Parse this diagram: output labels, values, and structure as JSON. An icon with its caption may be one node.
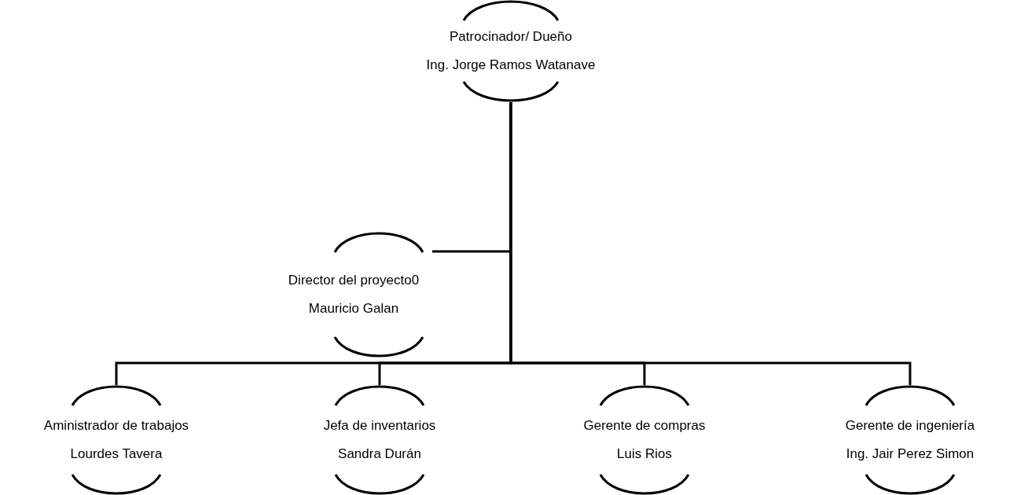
{
  "diagram": {
    "nodes": [
      {
        "text": [
          "Patrocinador/ Dueño",
          "Ing. Jorge Ramos Watanave"
        ]
      },
      {
        "text": [
          "Director del proyecto0",
          "Mauricio Galan"
        ]
      },
      {
        "text": [
          "Aministrador de trabajos",
          "Lourdes Tavera"
        ]
      },
      {
        "text": [
          "Jefa de inventarios",
          "Sandra Durán"
        ]
      },
      {
        "text": [
          "Gerente de compras",
          "Luis Rios"
        ]
      },
      {
        "text": [
          "Gerente de ingeniería",
          "Ing. Jair Perez Simon"
        ]
      }
    ],
    "edges": [
      {
        "from": 0,
        "to": 1,
        "arrow": "none"
      },
      {
        "from": 0,
        "to": 2,
        "arrow": "none"
      },
      {
        "from": 0,
        "to": 3,
        "arrow": "none"
      },
      {
        "from": 0,
        "to": 4,
        "arrow": "none"
      },
      {
        "from": 0,
        "to": 5,
        "arrow": "none"
      }
    ]
  }
}
